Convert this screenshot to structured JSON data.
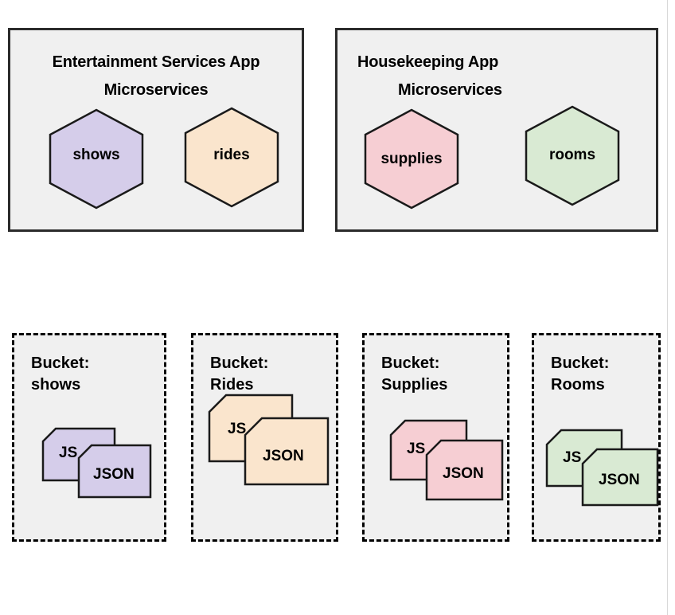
{
  "diagram": {
    "title": "Microservices applications and their storage buckets",
    "type": "architecture-diagram",
    "background": "#ffffff"
  },
  "colors": {
    "panel_fill": "#f0f0f0",
    "panel_stroke": "#2b2b2b",
    "bucket_stroke": "#000000",
    "shows_purple": "#d5cdea",
    "rides_peach": "#fae5cd",
    "supplies_pink": "#f6ced3",
    "rooms_green": "#d9ead3",
    "shape_stroke": "#1a1a1a",
    "text": "#000000"
  },
  "apps": [
    {
      "name": "entertainment-services-app",
      "title_line1": "Entertainment Services App",
      "title_line2": "Microservices",
      "services": [
        {
          "name": "shows",
          "label": "shows",
          "fill": "#d5cdea"
        },
        {
          "name": "rides",
          "label": "rides",
          "fill": "#fae5cd"
        }
      ]
    },
    {
      "name": "housekeeping-app",
      "title_line1": "Housekeeping App",
      "title_line2": "Microservices",
      "services": [
        {
          "name": "supplies",
          "label": "supplies",
          "fill": "#f6ced3"
        },
        {
          "name": "rooms",
          "label": "rooms",
          "fill": "#d9ead3"
        }
      ]
    }
  ],
  "buckets": [
    {
      "name": "bucket-shows",
      "title_line1": "Bucket:",
      "title_line2": "shows",
      "fill": "#d5cdea",
      "documents": [
        {
          "label": "JS"
        },
        {
          "label": "JSON"
        }
      ]
    },
    {
      "name": "bucket-rides",
      "title_line1": "Bucket:",
      "title_line2": "Rides",
      "fill": "#fae5cd",
      "documents": [
        {
          "label": "JS"
        },
        {
          "label": "JSON"
        }
      ]
    },
    {
      "name": "bucket-supplies",
      "title_line1": "Bucket:",
      "title_line2": "Supplies",
      "fill": "#f6ced3",
      "documents": [
        {
          "label": "JS"
        },
        {
          "label": "JSON"
        }
      ]
    },
    {
      "name": "bucket-rooms",
      "title_line1": "Bucket:",
      "title_line2": "Rooms",
      "fill": "#d9ead3",
      "documents": [
        {
          "label": "JS"
        },
        {
          "label": "JSON"
        }
      ]
    }
  ]
}
